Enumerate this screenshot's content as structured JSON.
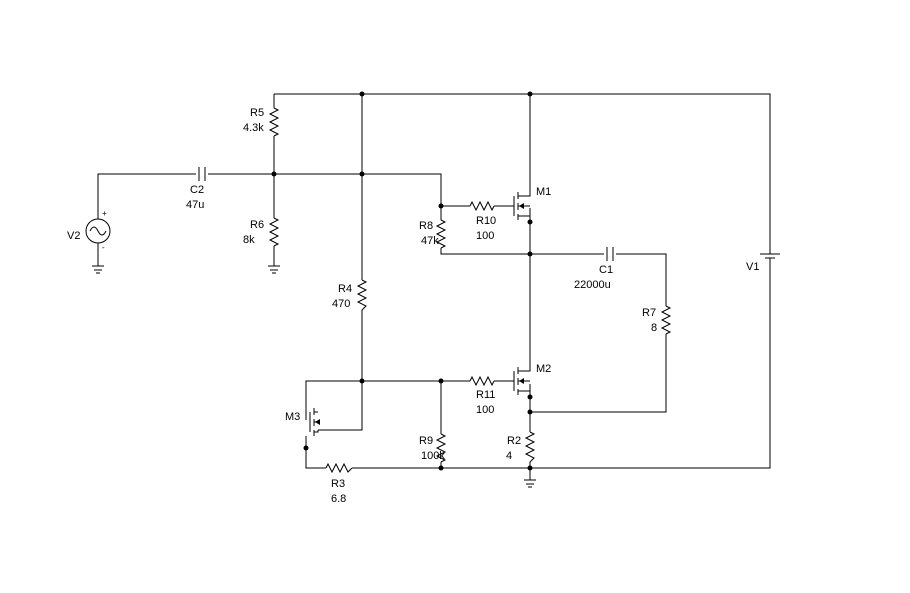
{
  "components": {
    "R5": {
      "name": "R5",
      "value": "4.3k"
    },
    "R6": {
      "name": "R6",
      "value": "8k"
    },
    "R8": {
      "name": "R8",
      "value": "47k"
    },
    "R10": {
      "name": "R10",
      "value": "100"
    },
    "R4": {
      "name": "R4",
      "value": "470"
    },
    "R11": {
      "name": "R11",
      "value": "100"
    },
    "R9": {
      "name": "R9",
      "value": "100k"
    },
    "R2": {
      "name": "R2",
      "value": "4"
    },
    "R3": {
      "name": "R3",
      "value": "6.8"
    },
    "R7": {
      "name": "R7",
      "value": "8"
    },
    "C1": {
      "name": "C1",
      "value": "22000u"
    },
    "C2": {
      "name": "C2",
      "value": "47u"
    },
    "V1": {
      "name": "V1"
    },
    "V2": {
      "name": "V2",
      "plus": "+",
      "minus": "-"
    },
    "M1": {
      "name": "M1"
    },
    "M2": {
      "name": "M2"
    },
    "M3": {
      "name": "M3"
    }
  }
}
